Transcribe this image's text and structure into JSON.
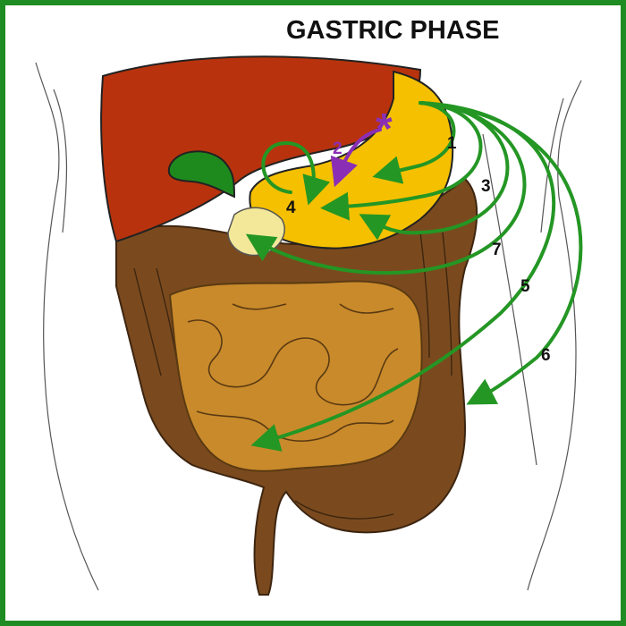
{
  "title": "GASTRIC PHASE",
  "colors": {
    "border": "#1e8c22",
    "liver": "#b8330d",
    "stomach": "#f5c000",
    "gallbladder": "#1e8a1e",
    "pancreas": "#f3e89a",
    "small_intestine": "#c98a2b",
    "large_intestine": "#7a4a1e",
    "arrow_green": "#249624",
    "arrow_purple": "#8a2fb5"
  },
  "labels": {
    "step_1": "1",
    "step_2": "2",
    "step_3": "3",
    "step_4": "4",
    "step_5": "5",
    "step_6": "6",
    "step_7": "7",
    "stimulus_marker": "*"
  }
}
